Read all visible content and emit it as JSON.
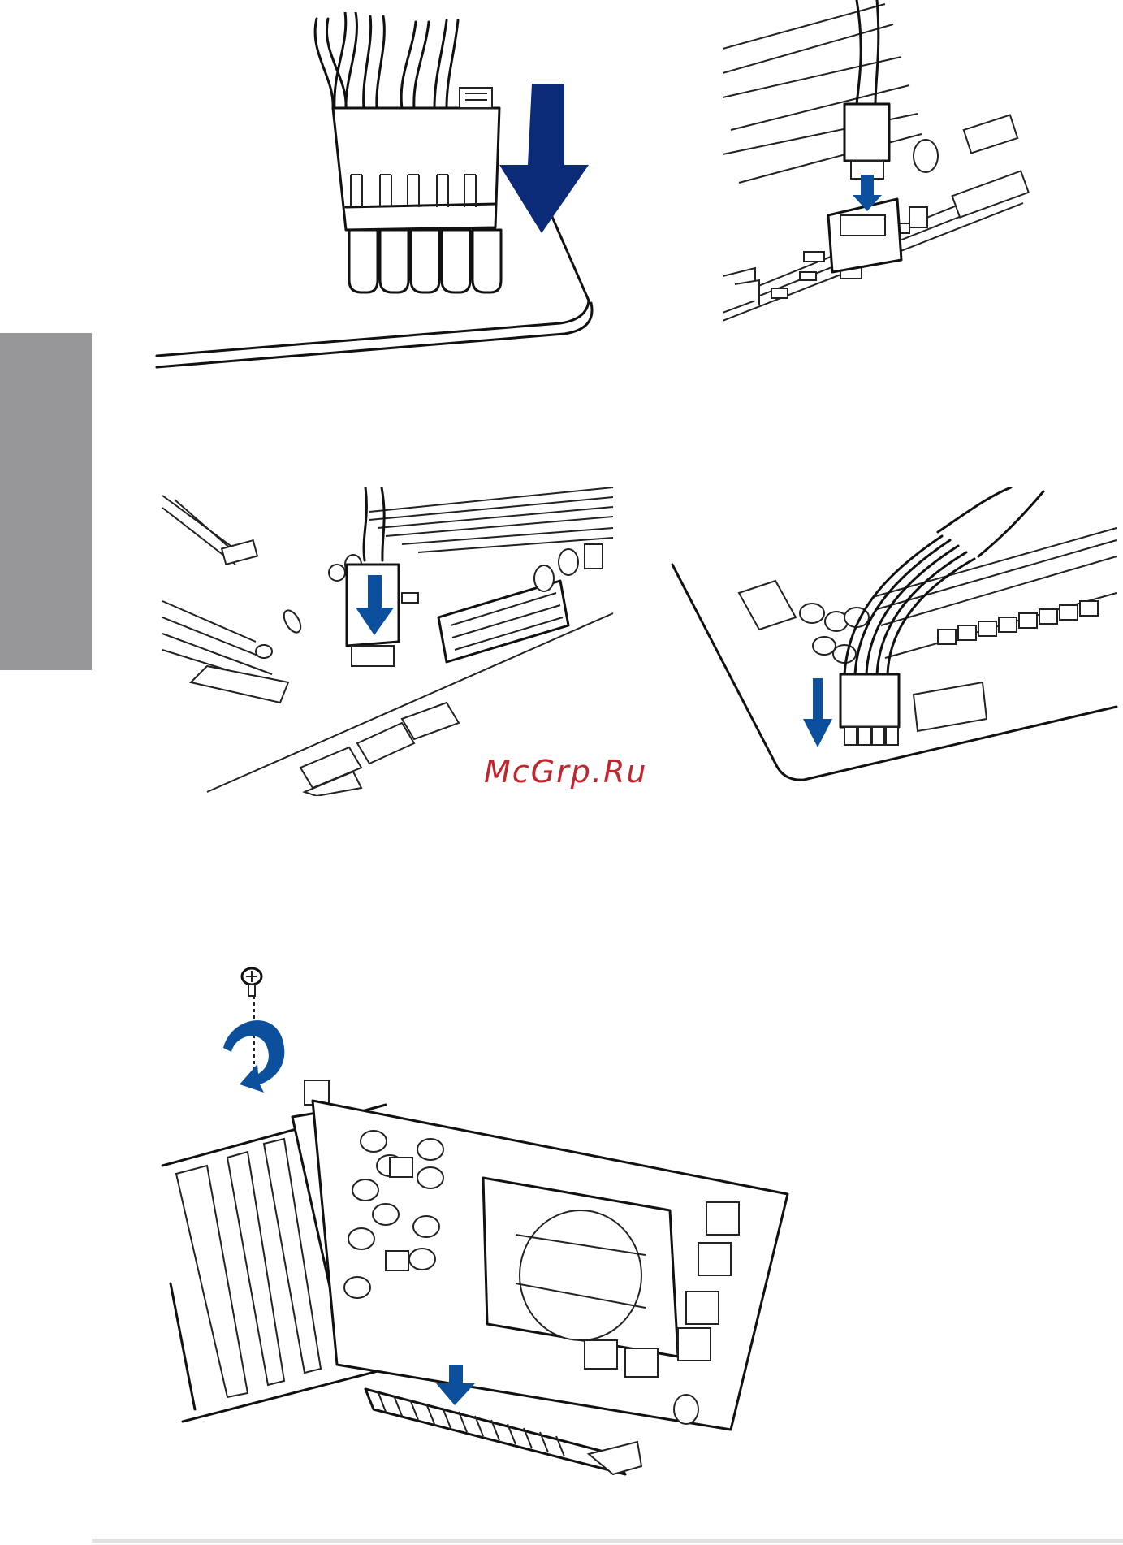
{
  "watermark": {
    "text": "McGrp.Ru",
    "color": "#c0262d"
  },
  "colors": {
    "arrow_dark": "#0b2a78",
    "arrow_blue": "#0c4f9c",
    "sidetab": "#97979a"
  },
  "figures": [
    {
      "name": "connector-header-illustration",
      "icon": "pin-connector-arrow-down"
    },
    {
      "name": "usb3-connector-illustration",
      "icon": "usb-plug-arrow-down"
    },
    {
      "name": "usb-header-motherboard-illustration",
      "icon": "header-plug-arrow-down"
    },
    {
      "name": "fan-cable-header-illustration",
      "icon": "wire-bundle-arrow-down"
    },
    {
      "name": "graphics-card-install-illustration",
      "icon": "pci-express-card-screw"
    }
  ]
}
